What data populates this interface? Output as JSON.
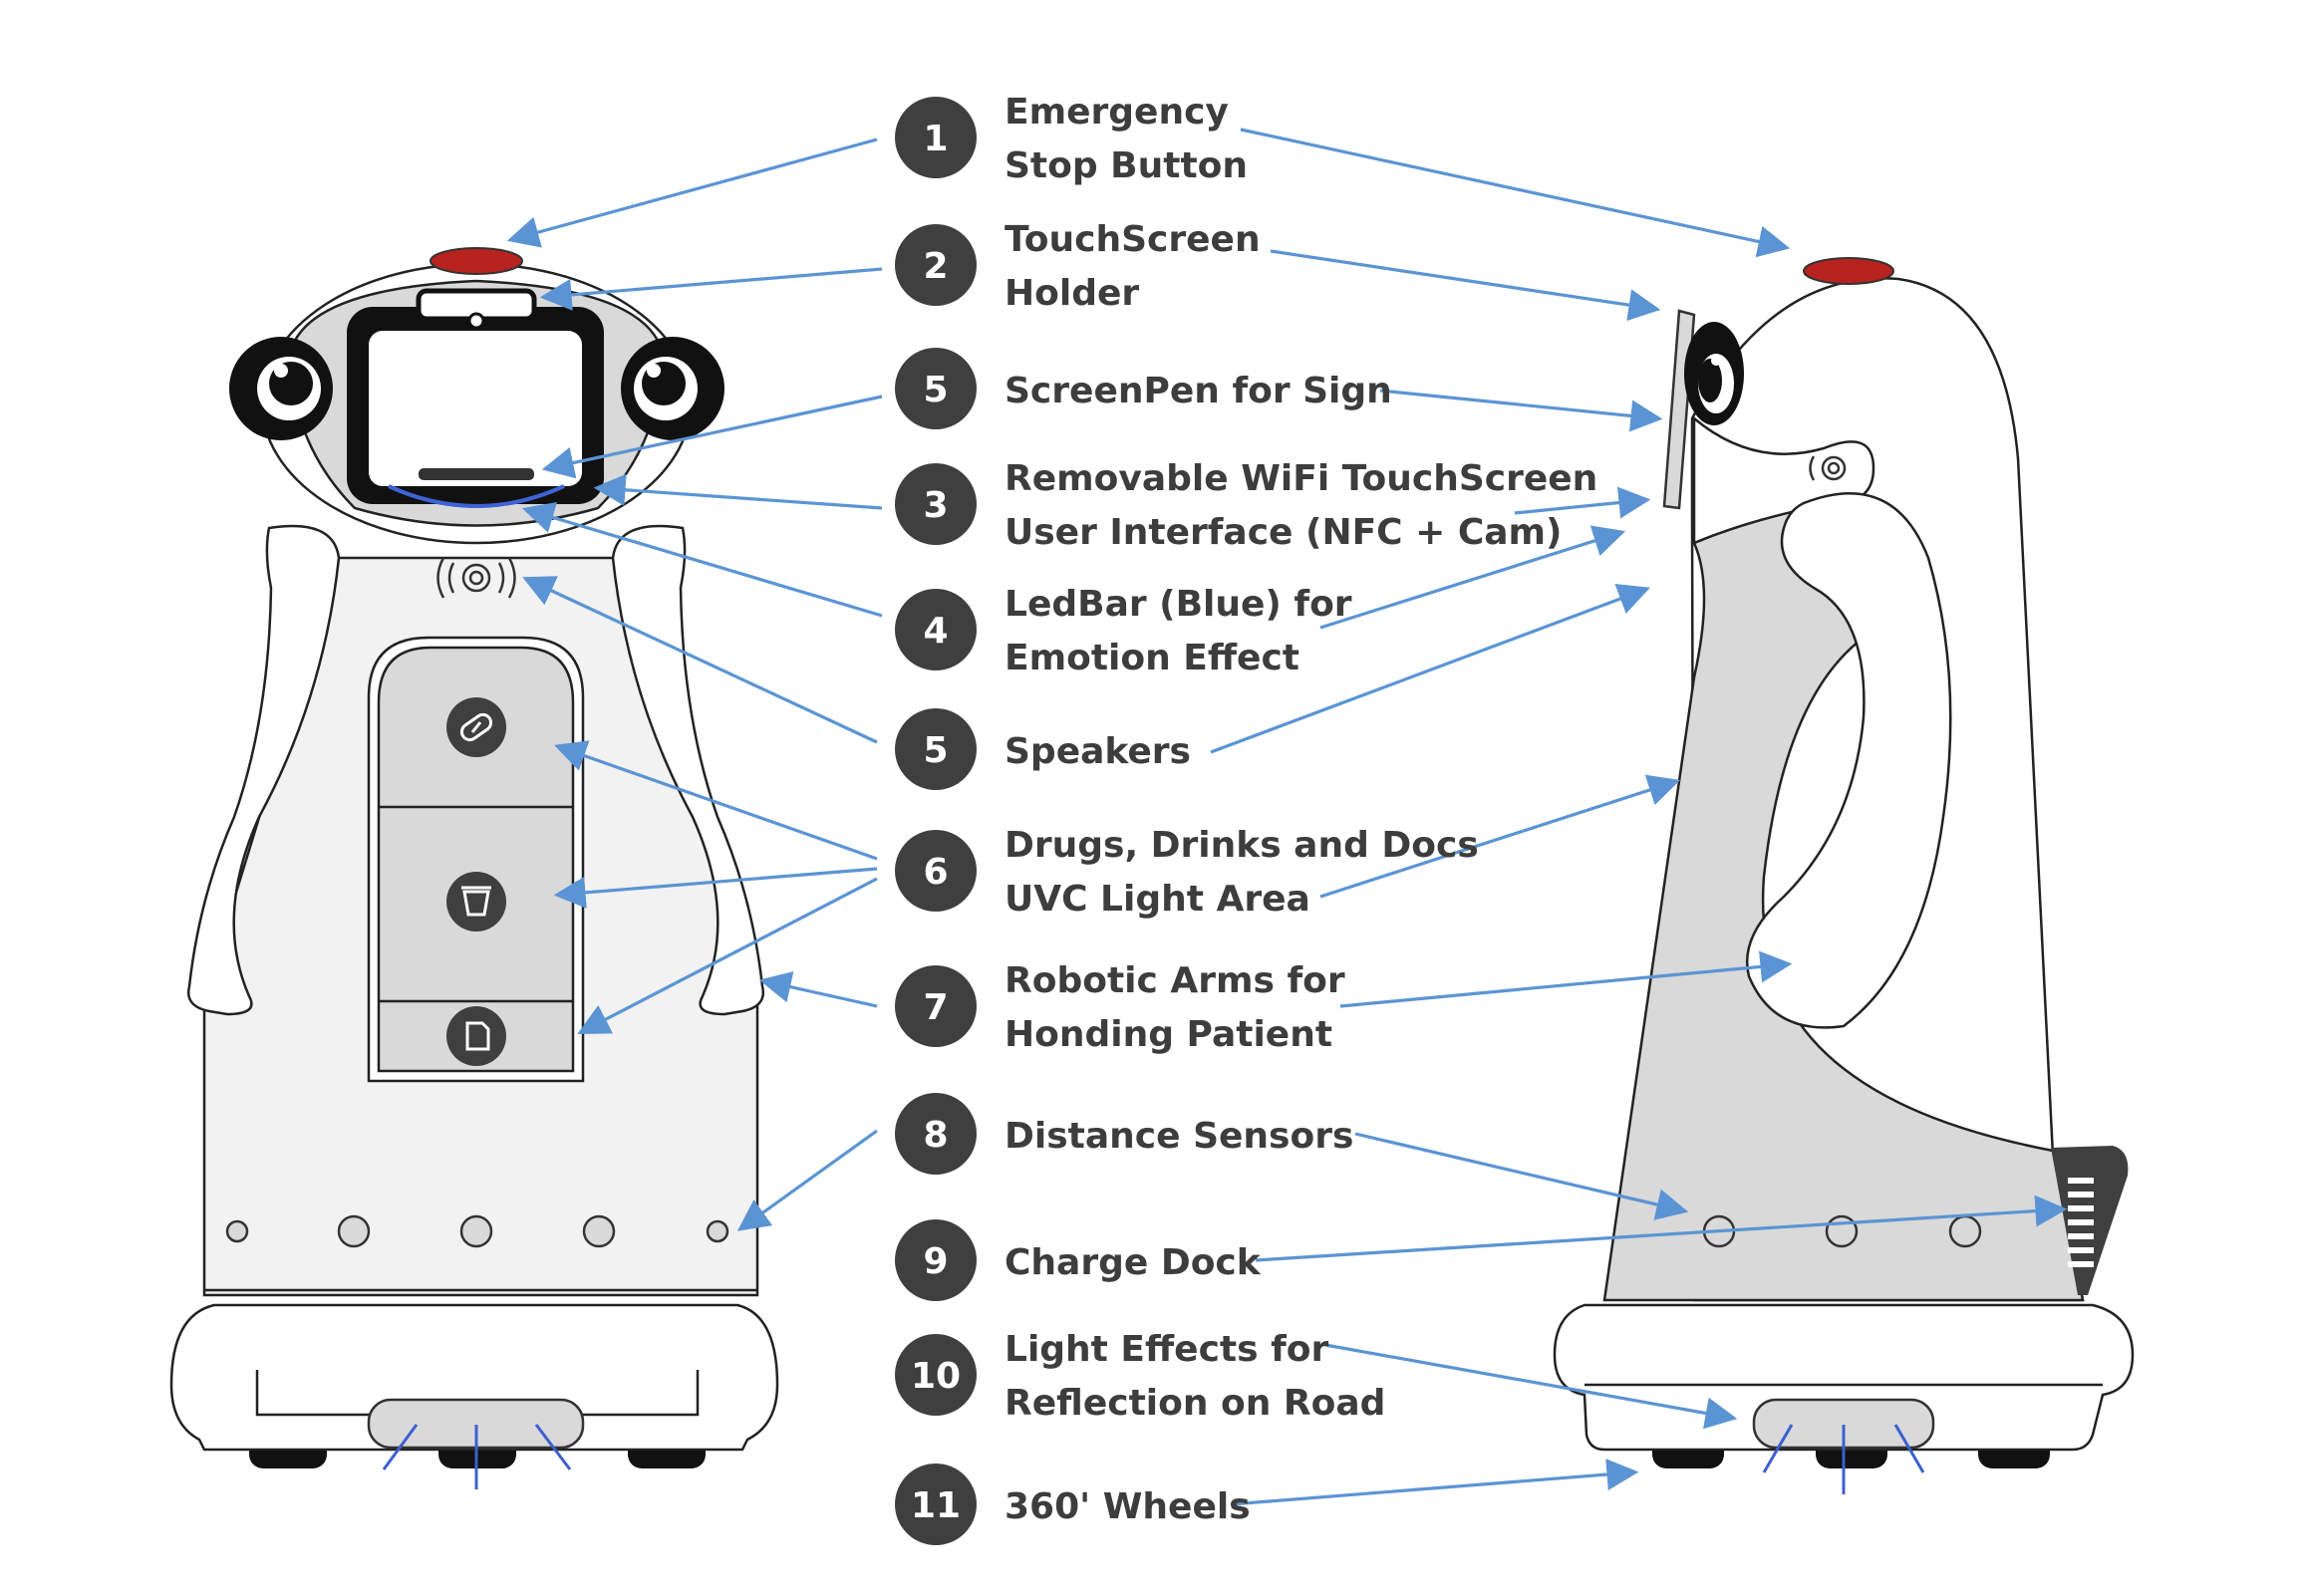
{
  "colors": {
    "arrow": "#5b94d4",
    "badge": "#3f3f3f",
    "label": "#3d3d3d",
    "gray_panel": "#d9d9d9",
    "stop_button": "#b8221e",
    "ledbar": "#3f63d6"
  },
  "icons": [
    "pill-icon",
    "cup-icon",
    "document-icon",
    "speaker-waves-icon"
  ],
  "callouts": [
    {
      "number": "1",
      "line1": "Emergency",
      "line2": "Stop Button"
    },
    {
      "number": "2",
      "line1": "TouchScreen",
      "line2": "Holder"
    },
    {
      "number": "5",
      "line1": "ScreenPen for Sign",
      "line2": ""
    },
    {
      "number": "3",
      "line1": "Removable WiFi TouchScreen",
      "line2": "User Interface (NFC + Cam)"
    },
    {
      "number": "4",
      "line1": "LedBar (Blue) for",
      "line2": "Emotion Effect"
    },
    {
      "number": "5",
      "line1": "Speakers",
      "line2": ""
    },
    {
      "number": "6",
      "line1": "Drugs, Drinks and Docs",
      "line2": "UVC Light Area"
    },
    {
      "number": "7",
      "line1": "Robotic Arms for",
      "line2": "Honding Patient"
    },
    {
      "number": "8",
      "line1": "Distance Sensors",
      "line2": ""
    },
    {
      "number": "9",
      "line1": "Charge Dock",
      "line2": ""
    },
    {
      "number": "10",
      "line1": "Light Effects for",
      "line2": "Reflection on Road"
    },
    {
      "number": "11",
      "line1": "360' Wheels",
      "line2": ""
    }
  ]
}
